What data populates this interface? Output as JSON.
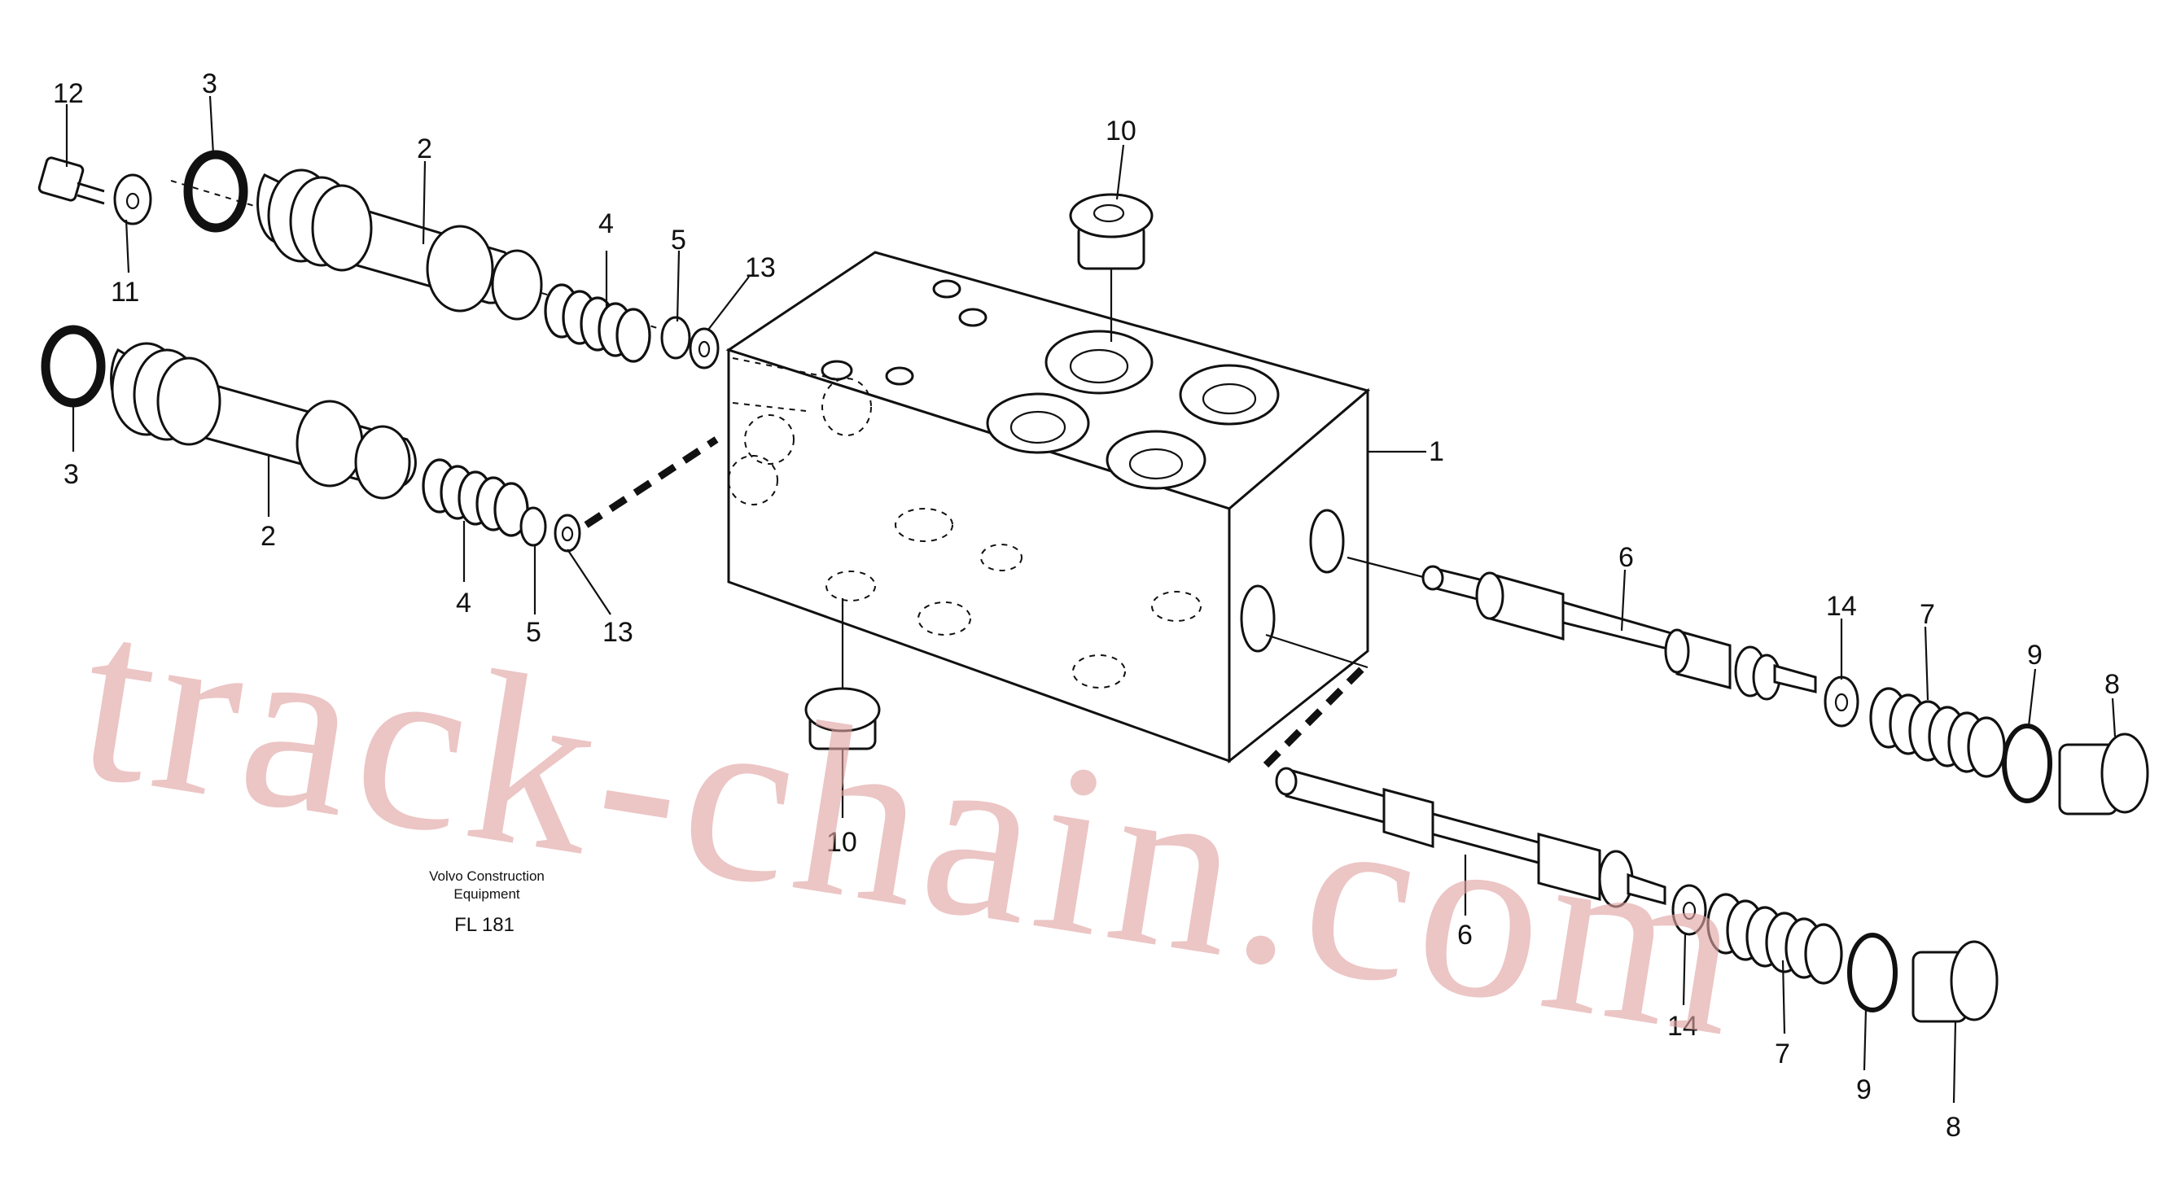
{
  "callouts": {
    "c1": "1",
    "c2a": "2",
    "c2b": "2",
    "c3a": "3",
    "c3b": "3",
    "c4a": "4",
    "c4b": "4",
    "c5a": "5",
    "c5b": "5",
    "c6a": "6",
    "c6b": "6",
    "c7a": "7",
    "c7b": "7",
    "c8a": "8",
    "c8b": "8",
    "c9a": "9",
    "c9b": "9",
    "c10a": "10",
    "c10b": "10",
    "c11": "11",
    "c12": "12",
    "c13a": "13",
    "c13b": "13",
    "c14a": "14",
    "c14b": "14"
  },
  "caption": {
    "line1": "Volvo Construction",
    "line2": "Equipment",
    "code": "FL 181"
  },
  "watermark": "track-chain.com"
}
